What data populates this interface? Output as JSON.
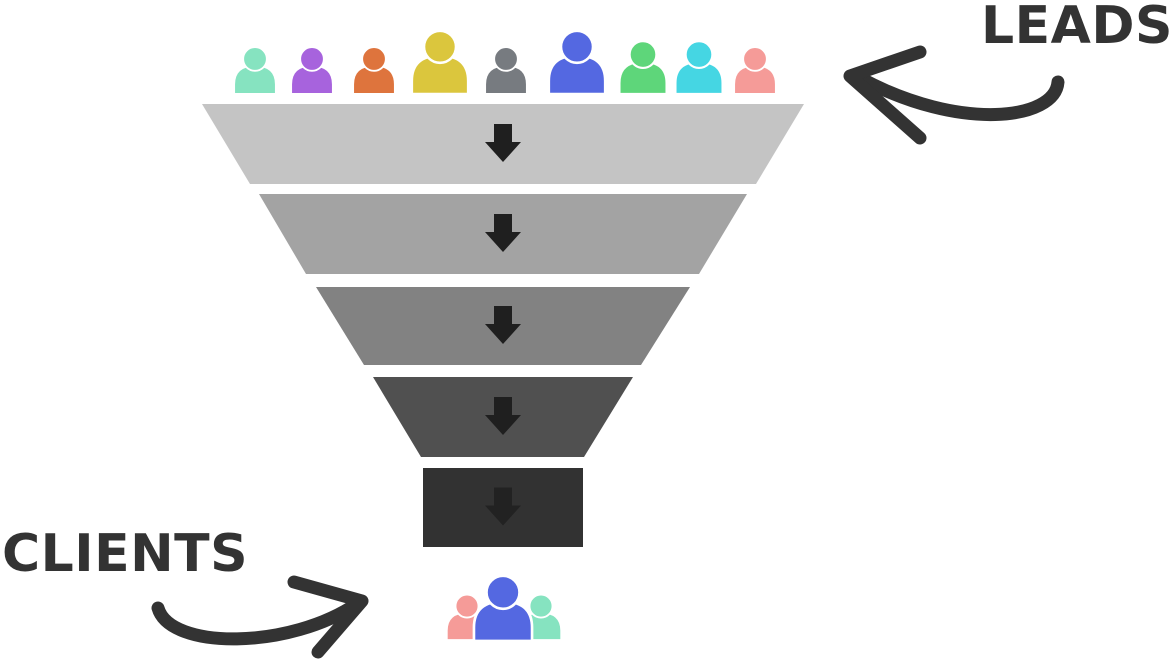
{
  "labels": {
    "leads": "LEADS",
    "clients": "CLIENTS"
  },
  "colors": {
    "background": "#ffffff",
    "text": "#333333",
    "curved_arrow": "#333333",
    "stage_arrow": "#1f1f1f",
    "stages": [
      "#c4c4c4",
      "#a3a3a3",
      "#828282",
      "#505050",
      "#323232"
    ]
  },
  "leads": [
    {
      "name": "lead-mint",
      "color": "#86e3c0"
    },
    {
      "name": "lead-purple",
      "color": "#a763dd"
    },
    {
      "name": "lead-orange",
      "color": "#de743d"
    },
    {
      "name": "lead-mustard",
      "color": "#dbc63d"
    },
    {
      "name": "lead-gray",
      "color": "#777b80"
    },
    {
      "name": "lead-blue",
      "color": "#5468e1"
    },
    {
      "name": "lead-green",
      "color": "#5ed67a"
    },
    {
      "name": "lead-cyan",
      "color": "#45d6e3"
    },
    {
      "name": "lead-pink",
      "color": "#f59b98"
    }
  ],
  "clients": [
    {
      "name": "client-pink",
      "color": "#f59b98"
    },
    {
      "name": "client-mint",
      "color": "#86e3c0"
    },
    {
      "name": "client-blue",
      "color": "#5468e1"
    }
  ],
  "funnel": {
    "stage_count": 5,
    "icons": {
      "stage_arrow": "down-arrow-icon",
      "leads_arrow": "curved-arrow-icon",
      "clients_arrow": "curved-arrow-icon",
      "person": "person-icon"
    }
  }
}
